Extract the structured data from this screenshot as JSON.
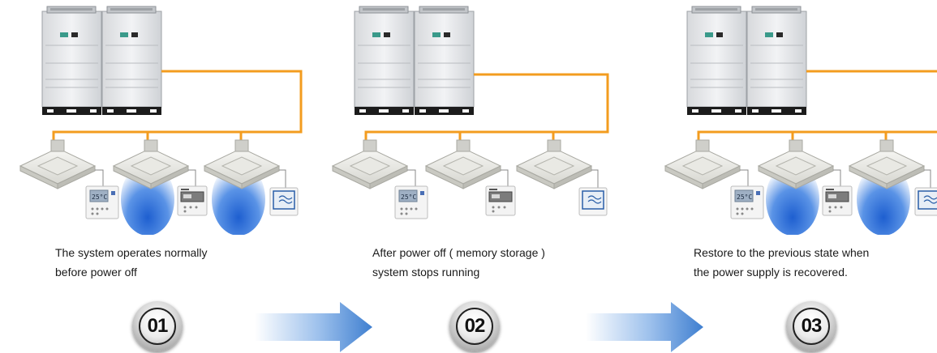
{
  "steps": [
    {
      "number": "01",
      "caption_line1": "The system operates normally",
      "caption_line2": "before power off",
      "units_running": [
        false,
        true,
        true
      ]
    },
    {
      "number": "02",
      "caption_line1": "After power off ( memory storage )",
      "caption_line2": "system stops running",
      "units_running": [
        false,
        false,
        false
      ]
    },
    {
      "number": "03",
      "caption_line1": "Restore to the previous state when",
      "caption_line2": "the power supply is recovered.",
      "units_running": [
        false,
        true,
        true
      ]
    }
  ],
  "colors": {
    "pipe": "#f39c1f",
    "airflow": "#2f6fd6",
    "arrow": "#3f7fd0"
  }
}
